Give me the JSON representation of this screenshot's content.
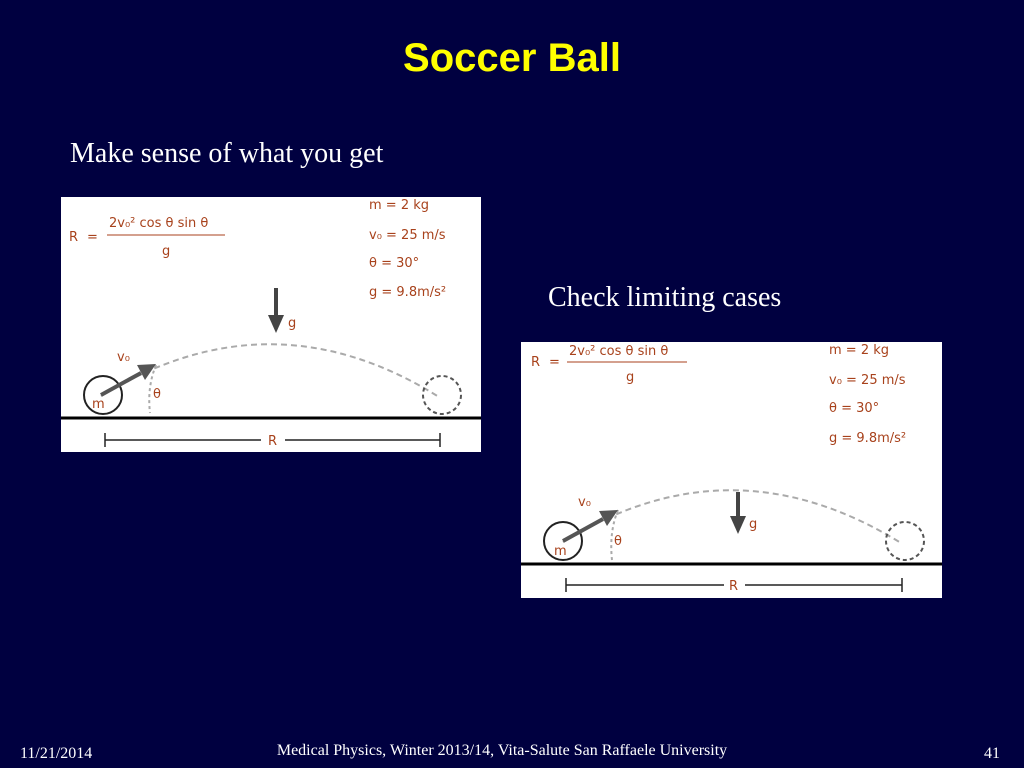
{
  "slide": {
    "title": "Soccer Ball",
    "bullets": [
      "Make sense of what you get",
      "Check limiting cases"
    ]
  },
  "diagram": {
    "formula_lhs": "R",
    "formula_equals": "=",
    "formula_numerator": "2v₀² cos θ sin θ",
    "formula_denominator": "g",
    "params": [
      "m = 2 kg",
      "v₀ = 25 m/s",
      "θ = 30°",
      "g = 9.8m/s²"
    ],
    "mass_label": "m",
    "velocity_label": "v₀",
    "angle_label": "θ",
    "gravity_label": "g",
    "range_label": "R"
  },
  "footer": {
    "date": "11/21/2014",
    "center": "Medical Physics, Winter 2013/14, Vita-Salute San Raffaele University",
    "page": "41"
  },
  "colors": {
    "background": "#000040",
    "title": "#ffff00",
    "text": "#ffffff",
    "diagram_label": "#a8421c"
  }
}
